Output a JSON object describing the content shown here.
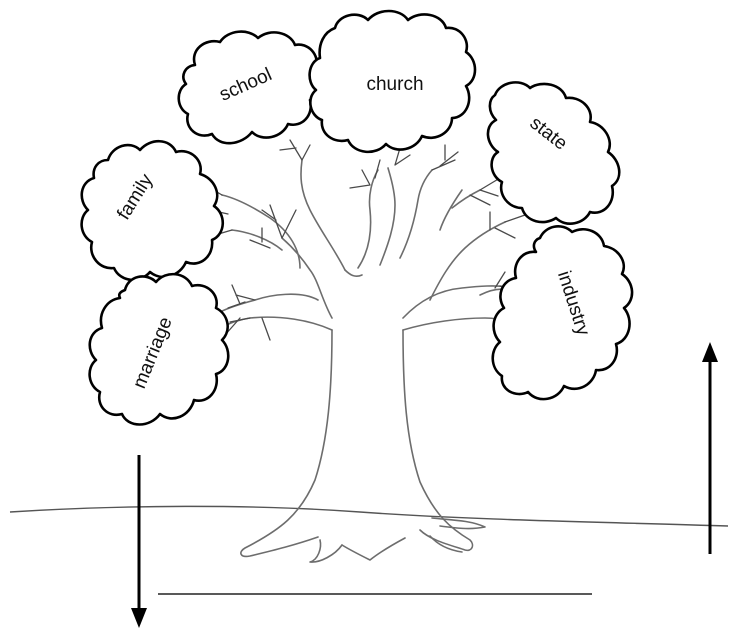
{
  "diagram": {
    "labels": {
      "school": "school",
      "church": "church",
      "state": "state",
      "family": "family",
      "industry": "industry",
      "marriage": "marriage"
    }
  }
}
